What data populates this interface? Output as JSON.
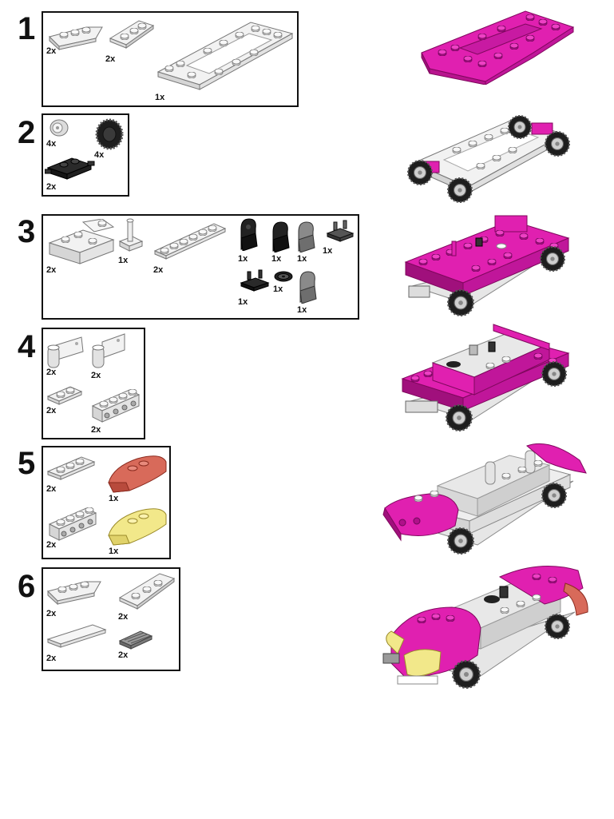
{
  "colors": {
    "magenta": "#e020b0",
    "magenta_dark": "#a0107c",
    "white_part": "#f2f2f2",
    "part_outline": "#777777",
    "black_part": "#222222",
    "gray_part": "#8a8a8a",
    "red_trans": "#d86a5a",
    "yellow_trans": "#f2e88a"
  },
  "steps": [
    {
      "number": "1",
      "parts": [
        {
          "icon": "white-wedge-plate-left-icon",
          "qty": "2x"
        },
        {
          "icon": "white-wedge-plate-right-icon",
          "qty": "2x"
        },
        {
          "icon": "white-large-frame-plate-icon",
          "qty": "1x"
        }
      ]
    },
    {
      "number": "2",
      "parts": [
        {
          "icon": "light-gray-wheel-rim-icon",
          "qty": "4x"
        },
        {
          "icon": "black-tire-icon",
          "qty": "4x"
        },
        {
          "icon": "black-axle-plate-icon",
          "qty": "2x"
        }
      ]
    },
    {
      "number": "3",
      "parts": [
        {
          "icon": "white-slope-brick-icon",
          "qty": "2x"
        },
        {
          "icon": "white-lever-base-icon",
          "qty": "1x"
        },
        {
          "icon": "white-long-plate-icon",
          "qty": "2x"
        },
        {
          "icon": "black-seat-icon",
          "qty": "1x"
        },
        {
          "icon": "black-seat-icon",
          "qty": "1x"
        },
        {
          "icon": "gray-seat-icon",
          "qty": "1x"
        },
        {
          "icon": "dark-gray-clip-plate-icon",
          "qty": "1x"
        },
        {
          "icon": "black-clip-plate-icon",
          "qty": "1x"
        },
        {
          "icon": "black-steering-wheel-icon",
          "qty": "1x"
        },
        {
          "icon": "gray-seat-icon",
          "qty": "1x"
        }
      ]
    },
    {
      "number": "4",
      "parts": [
        {
          "icon": "white-door-panel-icon",
          "qty": "2x"
        },
        {
          "icon": "white-door-panel-icon",
          "qty": "2x"
        },
        {
          "icon": "white-plate-icon",
          "qty": "2x"
        },
        {
          "icon": "white-technic-brick-icon",
          "qty": "2x"
        }
      ]
    },
    {
      "number": "5",
      "parts": [
        {
          "icon": "white-plate-icon",
          "qty": "2x"
        },
        {
          "icon": "trans-red-curved-slope-icon",
          "qty": "1x"
        },
        {
          "icon": "white-technic-brick-icon",
          "qty": "2x"
        },
        {
          "icon": "trans-yellow-curved-slope-icon",
          "qty": "1x"
        }
      ]
    },
    {
      "number": "6",
      "parts": [
        {
          "icon": "white-wedge-plate-left-icon",
          "qty": "2x"
        },
        {
          "icon": "white-wedge-plate-right-icon",
          "qty": "2x"
        },
        {
          "icon": "white-tile-icon",
          "qty": "2x"
        },
        {
          "icon": "gray-grille-tile-icon",
          "qty": "2x"
        }
      ]
    }
  ]
}
